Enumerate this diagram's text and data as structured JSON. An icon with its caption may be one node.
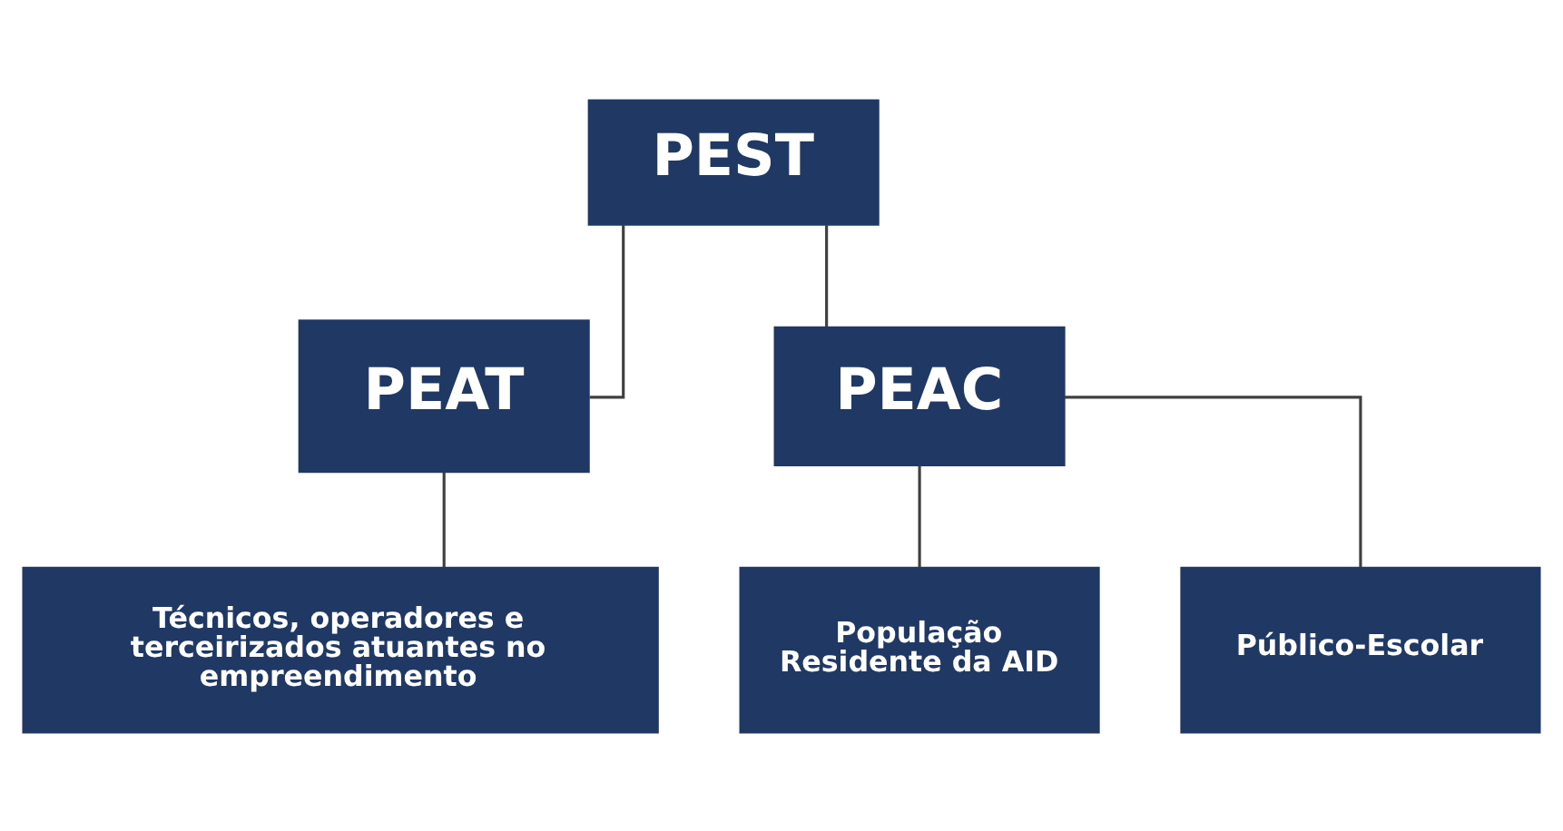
{
  "diagram": {
    "nodes": [
      {
        "text": [
          "PEST"
        ]
      },
      {
        "text": [
          "PEAT"
        ]
      },
      {
        "text": [
          "PEAC"
        ]
      },
      {
        "text": [
          "Técnicos, operadores e terceirizados atuantes no empreendimento"
        ]
      },
      {
        "text": [
          "População Residente da AID"
        ]
      },
      {
        "text": [
          "Público-Escolar"
        ]
      }
    ],
    "edges": [
      {
        "from": 0,
        "to": 1,
        "arrow": "none"
      },
      {
        "from": 0,
        "to": 2,
        "arrow": "none"
      },
      {
        "from": 1,
        "to": 3,
        "arrow": "none"
      },
      {
        "from": 2,
        "to": 4,
        "arrow": "none"
      },
      {
        "from": 2,
        "to": 5,
        "arrow": "none"
      }
    ]
  }
}
